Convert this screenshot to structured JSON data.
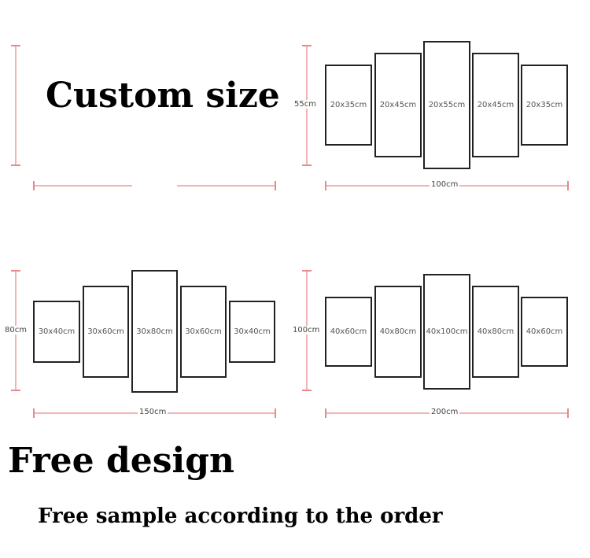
{
  "custom_title": "Custom size",
  "groups": [
    {
      "height_label": "55cm",
      "width_label": "100cm",
      "panels": [
        "20x35cm",
        "20x45cm",
        "20x55cm",
        "20x45cm",
        "20x35cm"
      ]
    },
    {
      "height_label": "80cm",
      "width_label": "150cm",
      "panels": [
        "30x40cm",
        "30x60cm",
        "30x80cm",
        "30x60cm",
        "30x40cm"
      ]
    },
    {
      "height_label": "100cm",
      "width_label": "200cm",
      "panels": [
        "40x60cm",
        "40x80cm",
        "40x100cm",
        "40x80cm",
        "40x60cm"
      ]
    }
  ],
  "free_design": "Free design",
  "free_sample": "Free sample according to the order",
  "colors": {
    "measure_line": "#f2b3b3",
    "panel_border": "#222222"
  }
}
